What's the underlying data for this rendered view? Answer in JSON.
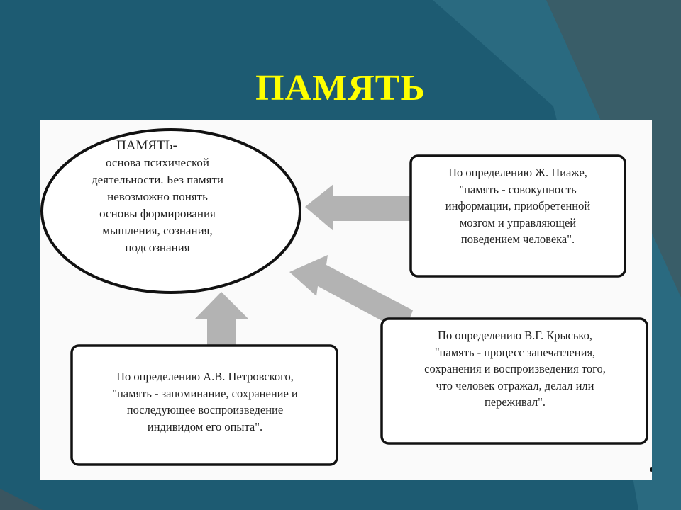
{
  "title": "ПАМЯТЬ",
  "central": {
    "heading": "ПАМЯТЬ-",
    "lines": [
      "основа психической",
      "деятельности. Без памяти",
      "невозможно понять",
      "основы формирования",
      "мышления, сознания,",
      "подсознания"
    ]
  },
  "definitions": [
    {
      "id": "piaget",
      "lines": [
        "По определению Ж. Пиаже,",
        "\"память - совокупность",
        "информации, приобретенной",
        "мозгом и управляющей",
        "поведением человека\"."
      ]
    },
    {
      "id": "krysko",
      "lines": [
        "По определению В.Г. Крысько,",
        "\"память - процесс запечатления,",
        "сохранения и воспроизведения того,",
        "что человек отражал, делал или",
        "переживал\"."
      ]
    },
    {
      "id": "petrovsky",
      "lines": [
        "По определению А.В. Петровского,",
        "\"память - запоминание, сохранение и",
        "последующее воспроизведение",
        "индивидом его опыта\"."
      ]
    }
  ],
  "colors": {
    "background": "#1d5b72",
    "title": "#ffff00",
    "arrow": "#b3b3b3",
    "panel": "#fafafa"
  }
}
